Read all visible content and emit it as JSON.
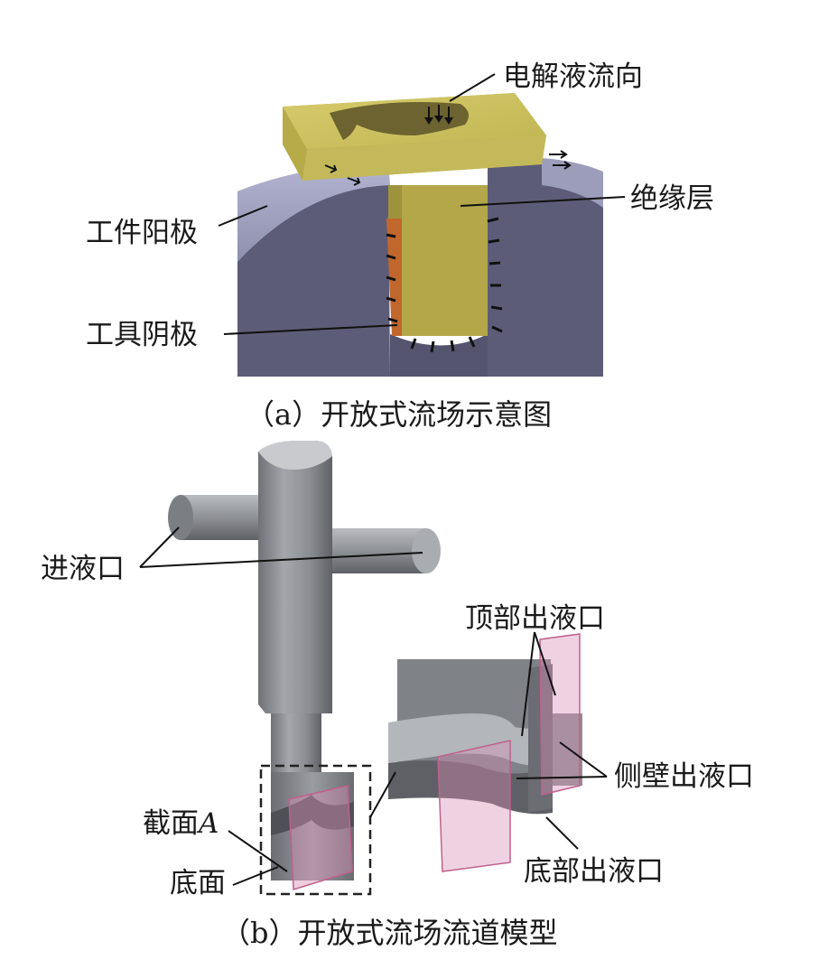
{
  "panel_a": {
    "labels": {
      "electrolyte_flow": "电解液流向",
      "insulation_layer": "绝缘层",
      "workpiece_anode": "工件阳极",
      "tool_cathode": "工具阴极"
    },
    "caption": "（a）开放式流场示意图"
  },
  "panel_b": {
    "labels": {
      "inlet": "进液口",
      "top_outlet": "顶部出液口",
      "side_wall_outlet": "侧壁出液口",
      "section": "截面",
      "section_letter": "A",
      "bottom_face": "底面",
      "bottom_outlet": "底部出液口"
    },
    "caption": "（b）开放式流场流道模型"
  },
  "colors": {
    "anode": "#5d5c78",
    "anode_top": "#a9abc9",
    "insulation": "#c9bd5a",
    "cathode": "#c0672e",
    "flow_model": "#8c8f94",
    "section_plane": "#d88fb4"
  }
}
